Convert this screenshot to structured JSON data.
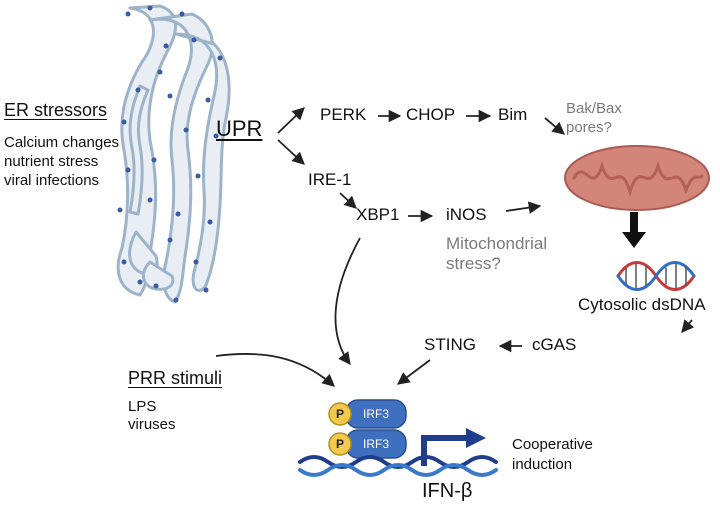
{
  "er_stressors": {
    "title": "ER stressors",
    "items": [
      "Calcium changes",
      "nutrient stress",
      "viral infections"
    ]
  },
  "upr": "UPR",
  "perk_branch": {
    "perk": "PERK",
    "chop": "CHOP",
    "bim": "Bim"
  },
  "bak_bax": [
    "Bak/Bax",
    "pores?"
  ],
  "ire_branch": {
    "ire1": "IRE-1",
    "xbp1": "XBP1",
    "inos": "iNOS"
  },
  "mito_stress": [
    "Mitochondrial",
    "stress?"
  ],
  "cytosolic_dsdna": "Cytosolic dsDNA",
  "cgas": "cGAS",
  "sting": "STING",
  "prr_stimuli": {
    "title": "PRR stimuli",
    "items": [
      "LPS",
      "viruses"
    ]
  },
  "irf3": {
    "label": "IRF3",
    "phospho": "P"
  },
  "cooperative": [
    "Cooperative",
    "induction"
  ],
  "ifnb": "IFN-β",
  "colors": {
    "er_membrane": "#9db3c9",
    "er_fill": "#e8eef4",
    "ribosome": "#3b5aa6",
    "mito_outer": "#d4857a",
    "mito_inner": "#b45f57",
    "irf3": "#3f6fbf",
    "phospho": "#f2c94c",
    "dna_dark": "#1f3d8c",
    "dna_light": "#3a78c9",
    "arrow_blue": "#1f3d8c",
    "helix_red": "#c83a3a",
    "helix_blue": "#2f6fc6",
    "grey_text": "#7a7a7a"
  }
}
